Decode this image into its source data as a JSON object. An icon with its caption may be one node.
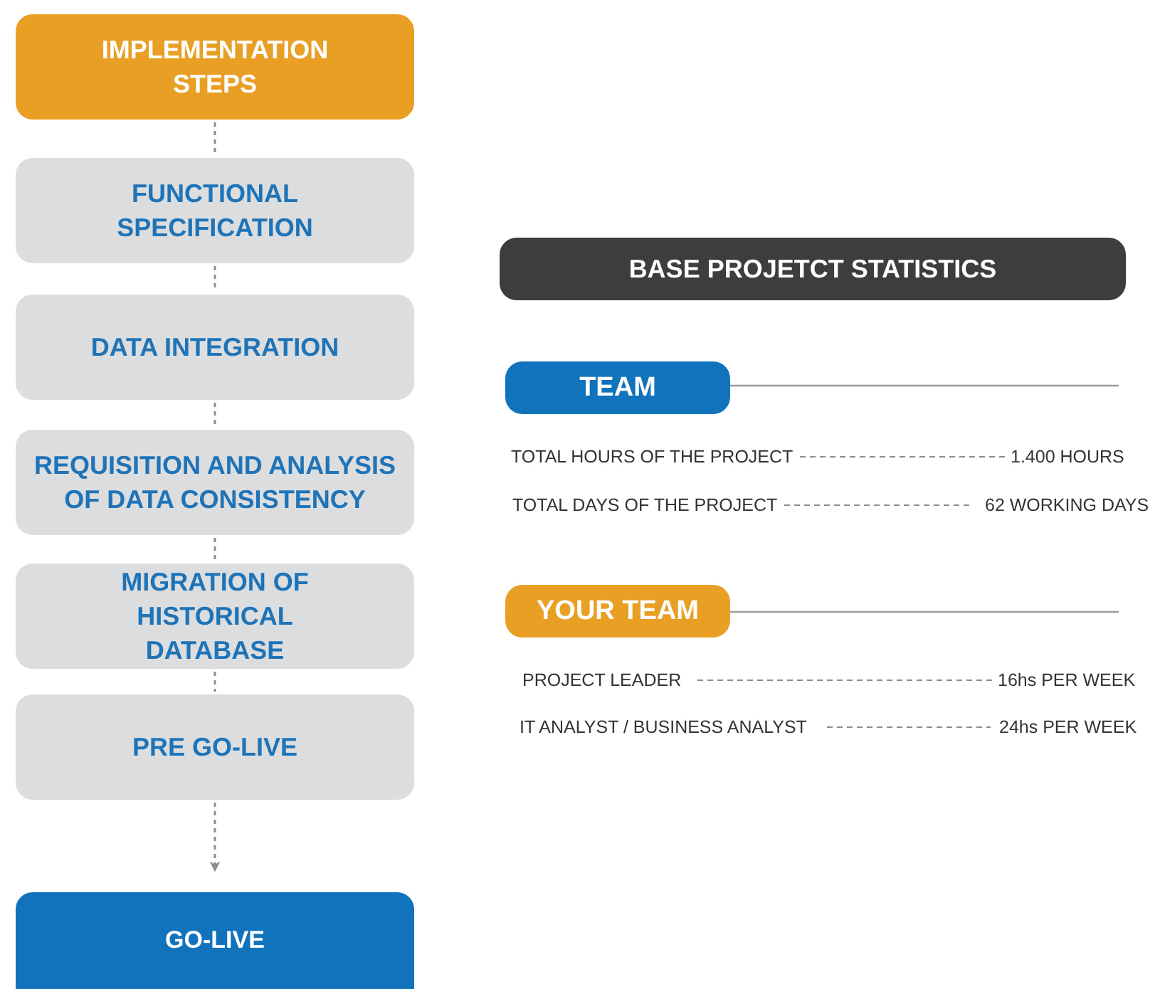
{
  "diagram": {
    "nodes": [
      {
        "text": [
          "IMPLEMENTATION STEPS"
        ]
      },
      {
        "text": [
          "FUNCTIONAL SPECIFICATION"
        ]
      },
      {
        "text": [
          "DATA INTEGRATION"
        ]
      },
      {
        "text": [
          "REQUISITION AND ANALYSIS OF DATA CONSISTENCY"
        ]
      },
      {
        "text": [
          "MIGRATION OF HISTORICAL DATABASE"
        ]
      },
      {
        "text": [
          "PRE GO-LIVE"
        ]
      },
      {
        "text": [
          "GO-LIVE"
        ]
      },
      {
        "text": [
          "BASE PROJETCT STATISTICS"
        ]
      },
      {
        "text": [
          "TEAM"
        ]
      },
      {
        "text": [
          "YOUR TEAM"
        ]
      }
    ],
    "edges": [
      {
        "from": 0,
        "to": 1,
        "arrow": "none",
        "style": "dashed"
      },
      {
        "from": 1,
        "to": 2,
        "arrow": "none",
        "style": "dashed"
      },
      {
        "from": 2,
        "to": 3,
        "arrow": "none",
        "style": "dashed"
      },
      {
        "from": 3,
        "to": 4,
        "arrow": "none",
        "style": "dashed"
      },
      {
        "from": 4,
        "to": 5,
        "arrow": "none",
        "style": "dashed"
      },
      {
        "from": 5,
        "to": 6,
        "arrow": "to",
        "style": "dashed"
      }
    ],
    "labels": [
      "TOTAL HOURS OF THE PROJECT",
      "1.400 HOURS",
      "TOTAL DAYS OF THE PROJECT",
      "62 WORKING DAYS",
      "PROJECT LEADER",
      "16hs PER WEEK",
      "IT ANALYST / BUSINESS ANALYST",
      "24hs PER WEEK"
    ]
  }
}
